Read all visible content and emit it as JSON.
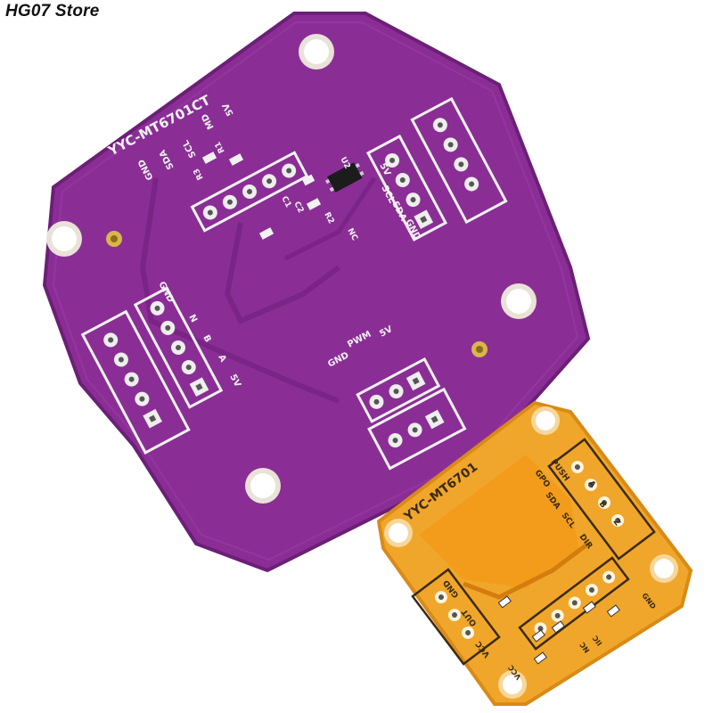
{
  "watermark": {
    "store_name": "HG07 Store"
  },
  "purple_board": {
    "model_label": "YYC-MT6701CT",
    "colors": {
      "board": "#8a2e96",
      "edge": "#6c1f77",
      "silk": "#f2f2f2"
    },
    "top_left_header_labels": [
      "GND",
      "SDA",
      "SCL",
      "MD",
      "5V"
    ],
    "resistor_labels": [
      "R1",
      "R3"
    ],
    "chip_label": "U2",
    "cap_labels": [
      "C1",
      "C2"
    ],
    "resistor_r2": "R2",
    "nc_label": "NC",
    "right_header_labels": [
      "5V",
      "SCL",
      "SDA",
      "GND"
    ],
    "left_header_labels": [
      "GND",
      "N",
      "B",
      "A",
      "5V"
    ],
    "bottom_header_labels": [
      "5V",
      "PWM",
      "GND"
    ]
  },
  "orange_board": {
    "model_label": "YYC-MT6701",
    "colors": {
      "board": "#f0a62a",
      "edge": "#d98a16",
      "silk": "#3a2a10"
    },
    "side_labels": [
      "PUSH",
      "A",
      "B",
      "Z"
    ],
    "function_labels": [
      "GPO",
      "SDA",
      "SCL",
      "DIR"
    ],
    "left_labels": [
      "VCC",
      "OUT",
      "GND"
    ],
    "bottom_labels": [
      "VCC",
      "NC",
      "IIC",
      "GND"
    ]
  }
}
